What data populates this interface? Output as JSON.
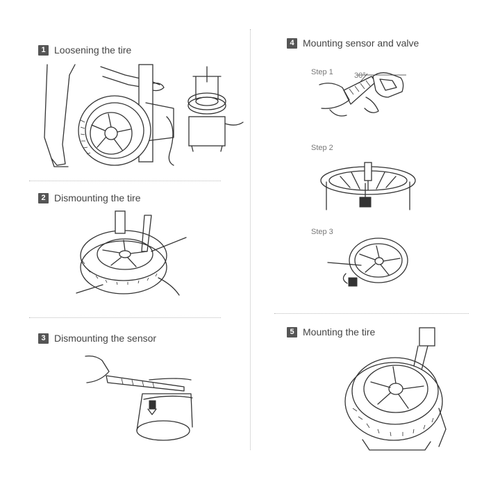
{
  "sections": [
    {
      "number": "1",
      "title": "Loosening the tire"
    },
    {
      "number": "2",
      "title": "Dismounting the tire"
    },
    {
      "number": "3",
      "title": "Dismounting the sensor"
    },
    {
      "number": "4",
      "title": "Mounting sensor and valve"
    },
    {
      "number": "5",
      "title": "Mounting the tire"
    }
  ],
  "steps": [
    "Step 1",
    "Step 2",
    "Step 3"
  ],
  "angle_label": "30°"
}
